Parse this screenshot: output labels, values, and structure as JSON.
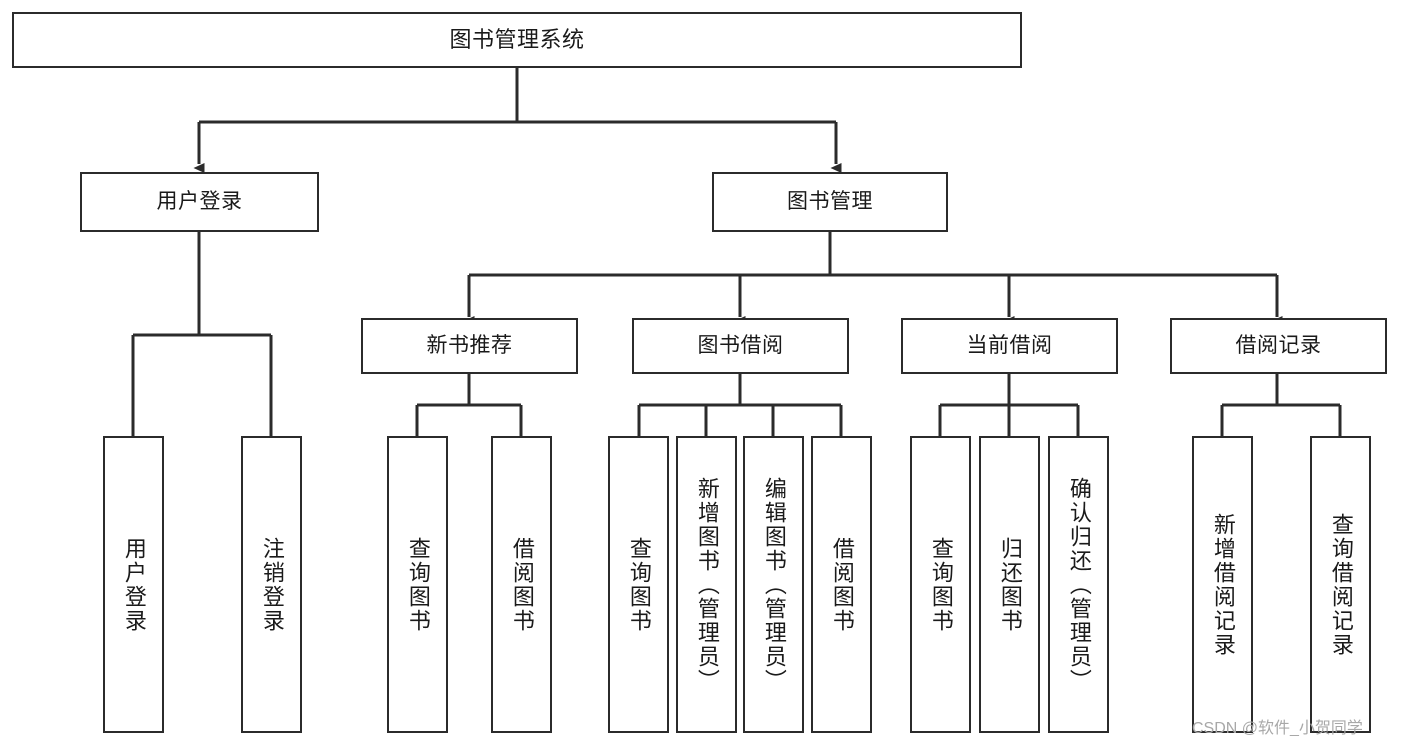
{
  "diagram": {
    "title": "图书管理系统",
    "type": "tree",
    "watermark": "CSDN @软件_小贺同学",
    "colors": {
      "background": "#ffffff",
      "box_border": "#2b2b2b",
      "connector": "#2b2b2b",
      "text": "#1a1a1a",
      "watermark": "#a8a8a8"
    },
    "root": {
      "label": "图书管理系统"
    },
    "level2": [
      {
        "label": "用户登录"
      },
      {
        "label": "图书管理"
      }
    ],
    "level3": [
      {
        "label": "新书推荐"
      },
      {
        "label": "图书借阅"
      },
      {
        "label": "当前借阅"
      },
      {
        "label": "借阅记录"
      }
    ],
    "leaves": {
      "user_login": [
        {
          "label": "用户登录"
        },
        {
          "label": "注销登录"
        }
      ],
      "new_book_recommend": [
        {
          "label": "查询图书"
        },
        {
          "label": "借阅图书"
        }
      ],
      "book_borrow": [
        {
          "label": "查询图书"
        },
        {
          "label": "新增图书（管理员）"
        },
        {
          "label": "编辑图书（管理员）"
        },
        {
          "label": "借阅图书"
        }
      ],
      "current_borrow": [
        {
          "label": "查询图书"
        },
        {
          "label": "归还图书"
        },
        {
          "label": "确认归还（管理员）"
        }
      ],
      "borrow_record": [
        {
          "label": "新增借阅记录"
        },
        {
          "label": "查询借阅记录"
        }
      ]
    }
  }
}
